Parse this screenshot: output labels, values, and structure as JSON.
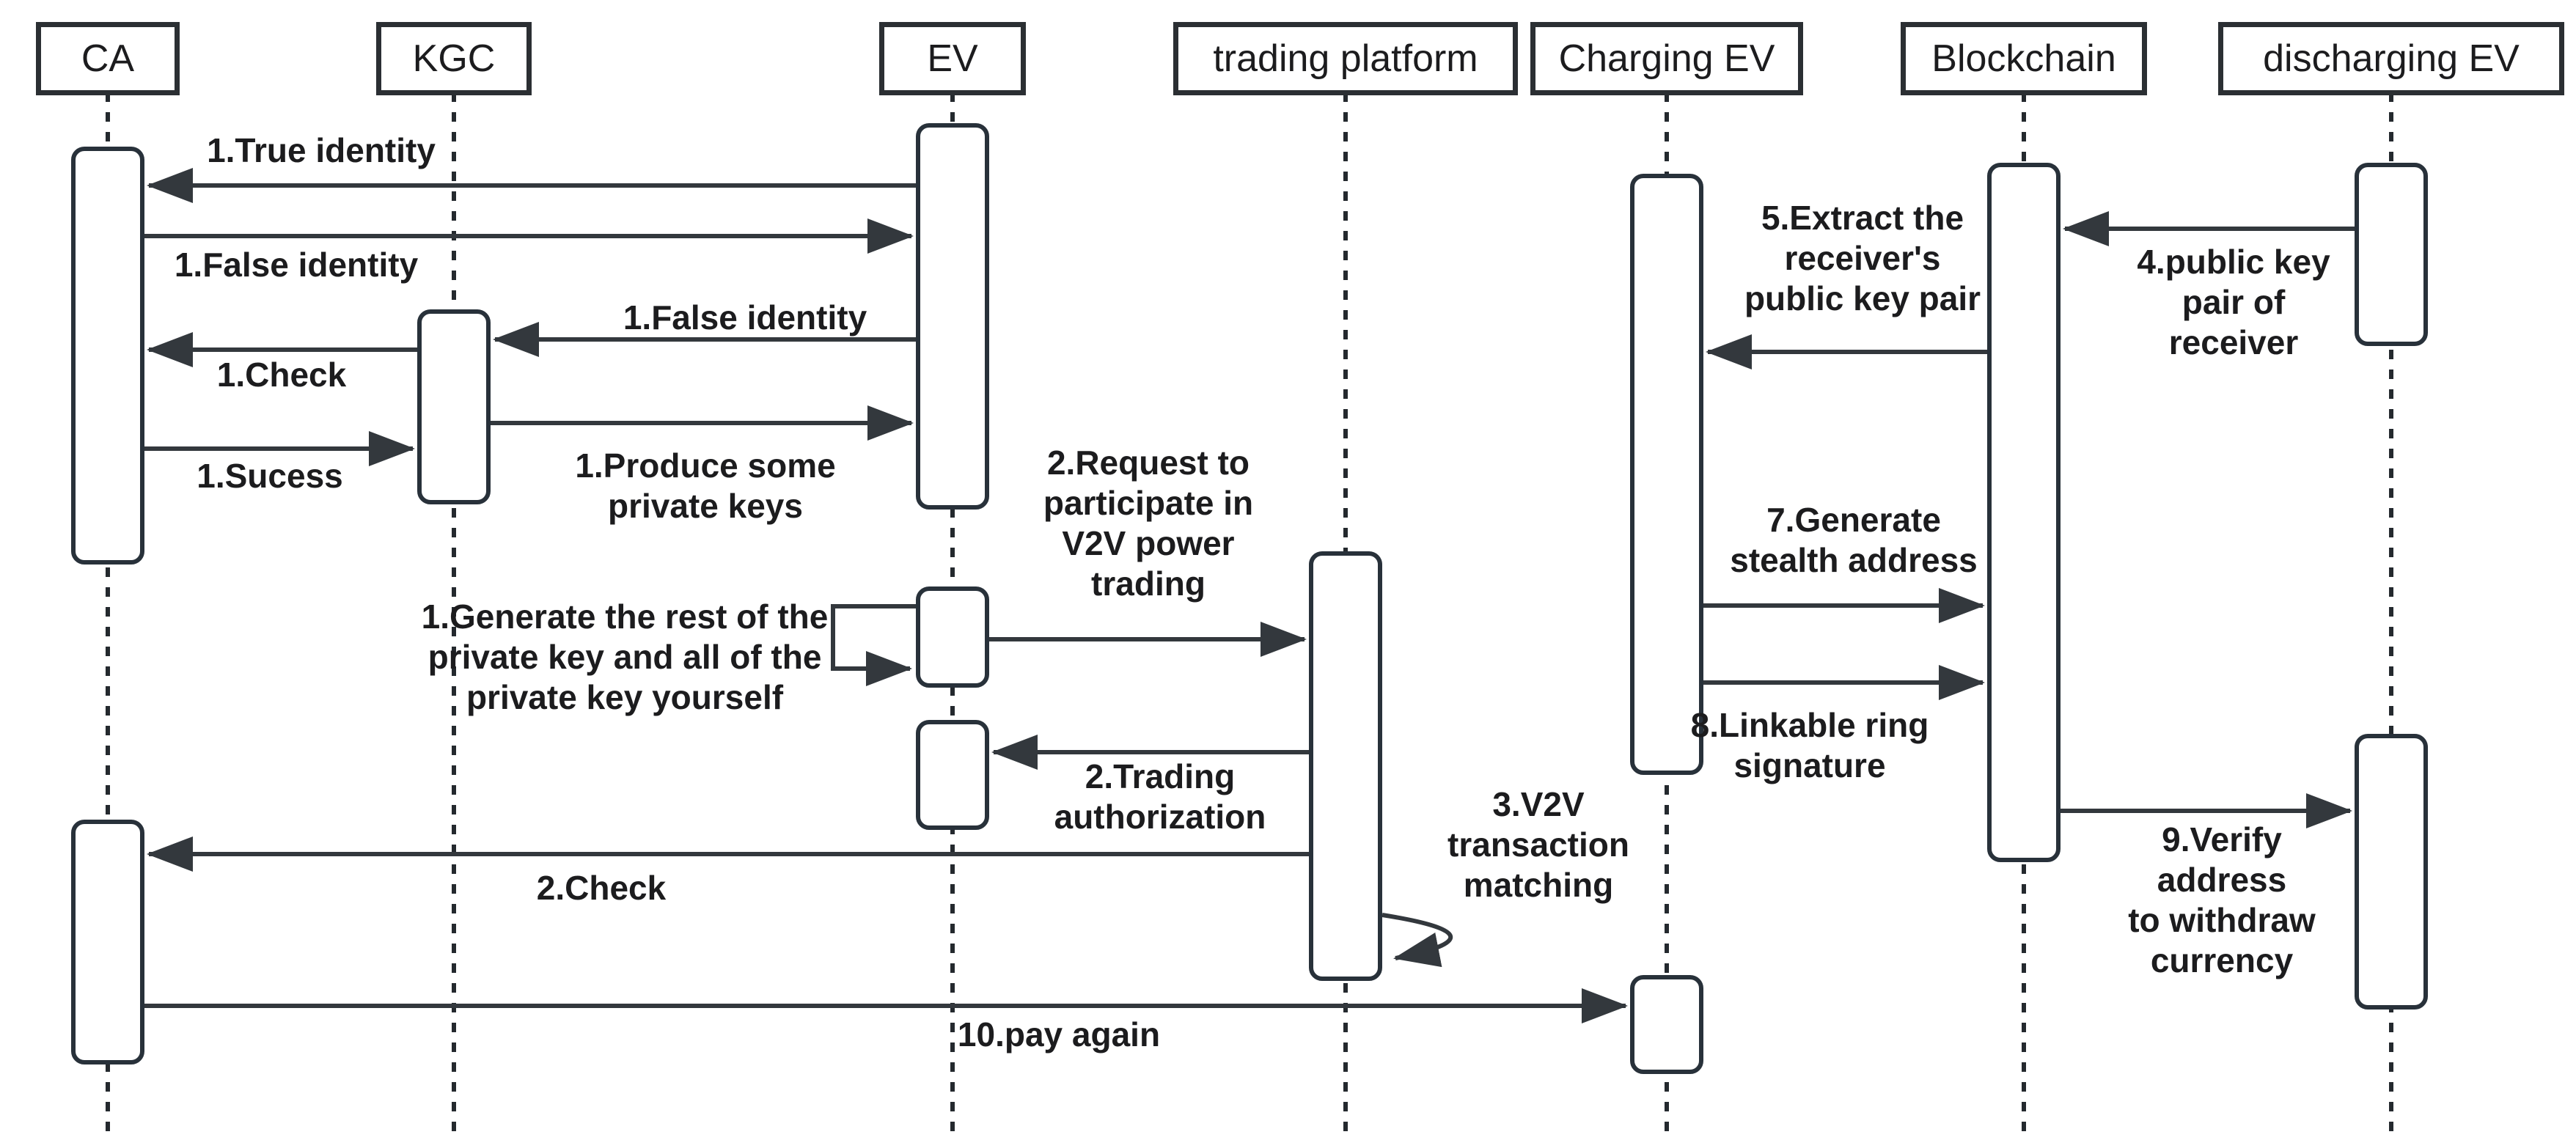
{
  "diagram": {
    "type": "uml-sequence-diagram",
    "background_color": "#ffffff",
    "line_color": "#33383d",
    "text_color": "#1c1c1e",
    "actors": [
      {
        "label": "CA"
      },
      {
        "label": "KGC"
      },
      {
        "label": "EV"
      },
      {
        "label": "trading platform"
      },
      {
        "label": "Charging EV"
      },
      {
        "label": "Blockchain"
      },
      {
        "label": "discharging EV"
      }
    ],
    "messages": [
      {
        "label": "1.True identity",
        "from": "EV",
        "to": "CA"
      },
      {
        "label": "1.False identity",
        "from": "CA",
        "to": "EV"
      },
      {
        "label": "1.False identity",
        "from": "EV",
        "to": "KGC"
      },
      {
        "label": "1.Check",
        "from": "KGC",
        "to": "CA"
      },
      {
        "label": "1.Sucess",
        "from": "CA",
        "to": "KGC"
      },
      {
        "label": "1.Produce some\nprivate keys",
        "from": "KGC",
        "to": "EV"
      },
      {
        "label": "1.Generate the rest of the\nprivate key and all of the\nprivate key yourself",
        "from": "EV",
        "to": "EV"
      },
      {
        "label": "2.Request to\nparticipate in\nV2V power\ntrading",
        "from": "EV",
        "to": "trading platform"
      },
      {
        "label": "2.Trading\nauthorization",
        "from": "trading platform",
        "to": "EV"
      },
      {
        "label": "2.Check",
        "from": "trading platform",
        "to": "CA"
      },
      {
        "label": "3.V2V\ntransaction\nmatching",
        "from": "trading platform",
        "to": "trading platform"
      },
      {
        "label": "10.pay again",
        "from": "CA",
        "to": "Charging EV"
      },
      {
        "label": "4.public key\npair of\nreceiver",
        "from": "discharging EV",
        "to": "Blockchain"
      },
      {
        "label": "5.Extract the\nreceiver's\npublic key pair",
        "from": "Blockchain",
        "to": "Charging EV"
      },
      {
        "label": "7.Generate\nstealth address",
        "from": "Charging EV",
        "to": "Blockchain"
      },
      {
        "label": "8.Linkable ring\nsignature",
        "from": "Charging EV",
        "to": "Blockchain"
      },
      {
        "label": "9.Verify\naddress\nto withdraw\ncurrency",
        "from": "Blockchain",
        "to": "discharging EV"
      }
    ]
  }
}
